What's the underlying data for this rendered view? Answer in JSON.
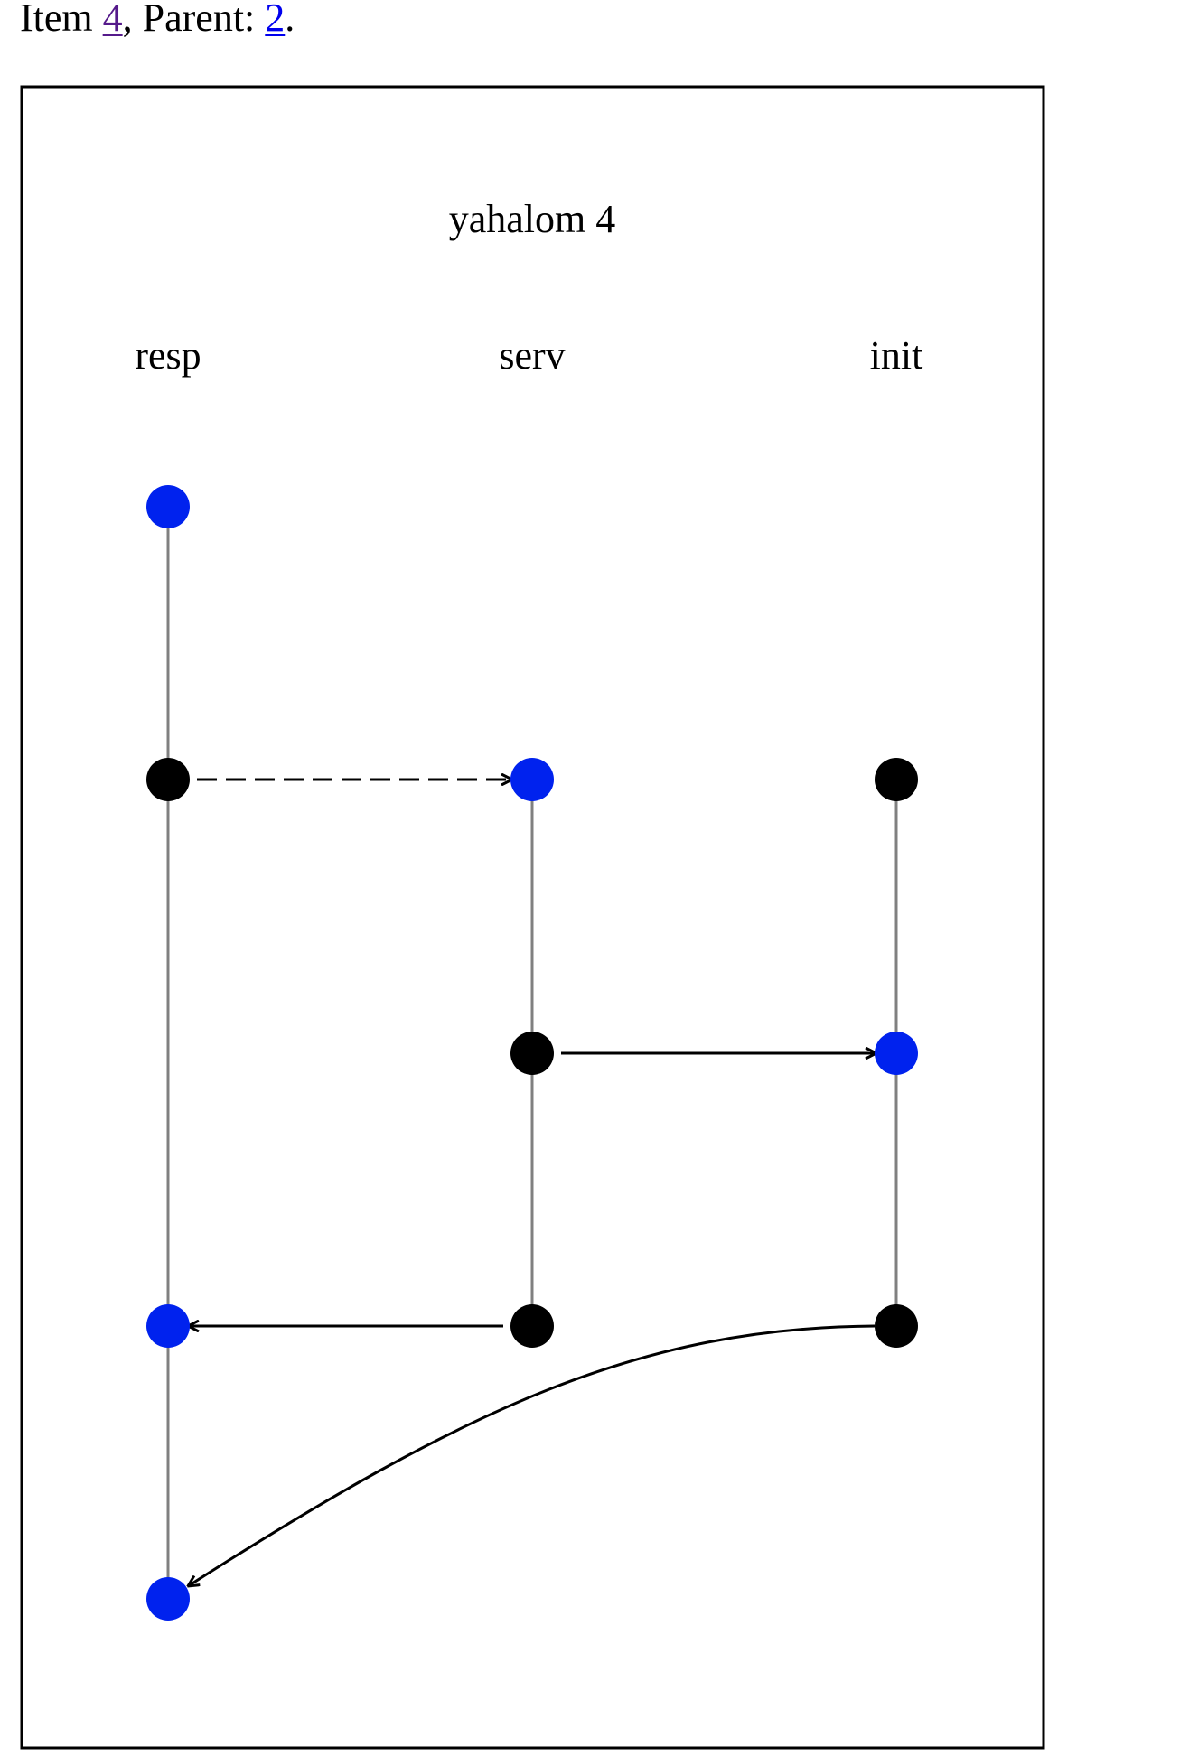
{
  "header": {
    "item_prefix": "Item ",
    "item_link": "4",
    "parent_prefix": ", Parent: ",
    "parent_link": "2",
    "suffix": "."
  },
  "diagram": {
    "title": "yahalom 4",
    "strands": [
      {
        "id": "resp",
        "label": "resp"
      },
      {
        "id": "serv",
        "label": "serv"
      },
      {
        "id": "init",
        "label": "init"
      }
    ],
    "nodes": [
      {
        "id": "resp-0",
        "strand": "resp",
        "row": 0,
        "color": "blue"
      },
      {
        "id": "resp-1",
        "strand": "resp",
        "row": 1,
        "color": "black"
      },
      {
        "id": "resp-2",
        "strand": "resp",
        "row": 3,
        "color": "blue"
      },
      {
        "id": "resp-3",
        "strand": "resp",
        "row": 4,
        "color": "blue"
      },
      {
        "id": "serv-0",
        "strand": "serv",
        "row": 1,
        "color": "blue"
      },
      {
        "id": "serv-1",
        "strand": "serv",
        "row": 2,
        "color": "black"
      },
      {
        "id": "serv-2",
        "strand": "serv",
        "row": 3,
        "color": "black"
      },
      {
        "id": "init-0",
        "strand": "init",
        "row": 1,
        "color": "black"
      },
      {
        "id": "init-1",
        "strand": "init",
        "row": 2,
        "color": "blue"
      },
      {
        "id": "init-2",
        "strand": "init",
        "row": 3,
        "color": "black"
      }
    ],
    "messages": [
      {
        "from": "resp-1",
        "to": "serv-0",
        "style": "dashed",
        "shape": "straight"
      },
      {
        "from": "serv-1",
        "to": "init-1",
        "style": "solid",
        "shape": "straight"
      },
      {
        "from": "serv-2",
        "to": "resp-2",
        "style": "solid",
        "shape": "straight"
      },
      {
        "from": "init-2",
        "to": "resp-3",
        "style": "solid",
        "shape": "curved"
      }
    ],
    "colors": {
      "blue": "#0022ee",
      "black": "#000000",
      "strand_line": "#808080",
      "frame": "#000000"
    }
  }
}
